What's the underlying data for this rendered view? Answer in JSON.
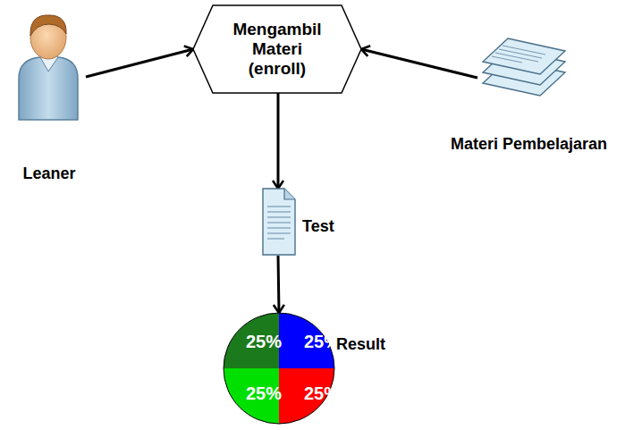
{
  "diagram": {
    "nodes": [
      {
        "text": [
          "Leaner"
        ]
      },
      {
        "text": [
          "Mengambil Materi (enroll)"
        ]
      },
      {
        "text": [
          "Materi Pembelajaran"
        ]
      },
      {
        "text": [
          "Test"
        ]
      },
      {
        "text": [
          "25%",
          "25%",
          "25%",
          "25%",
          "Result"
        ]
      }
    ],
    "edges": [
      {
        "from": 0,
        "to": 1,
        "arrow": "to"
      },
      {
        "from": 2,
        "to": 1,
        "arrow": "to"
      },
      {
        "from": 1,
        "to": 3,
        "arrow": "to"
      },
      {
        "from": 3,
        "to": 4,
        "arrow": "to"
      }
    ]
  }
}
